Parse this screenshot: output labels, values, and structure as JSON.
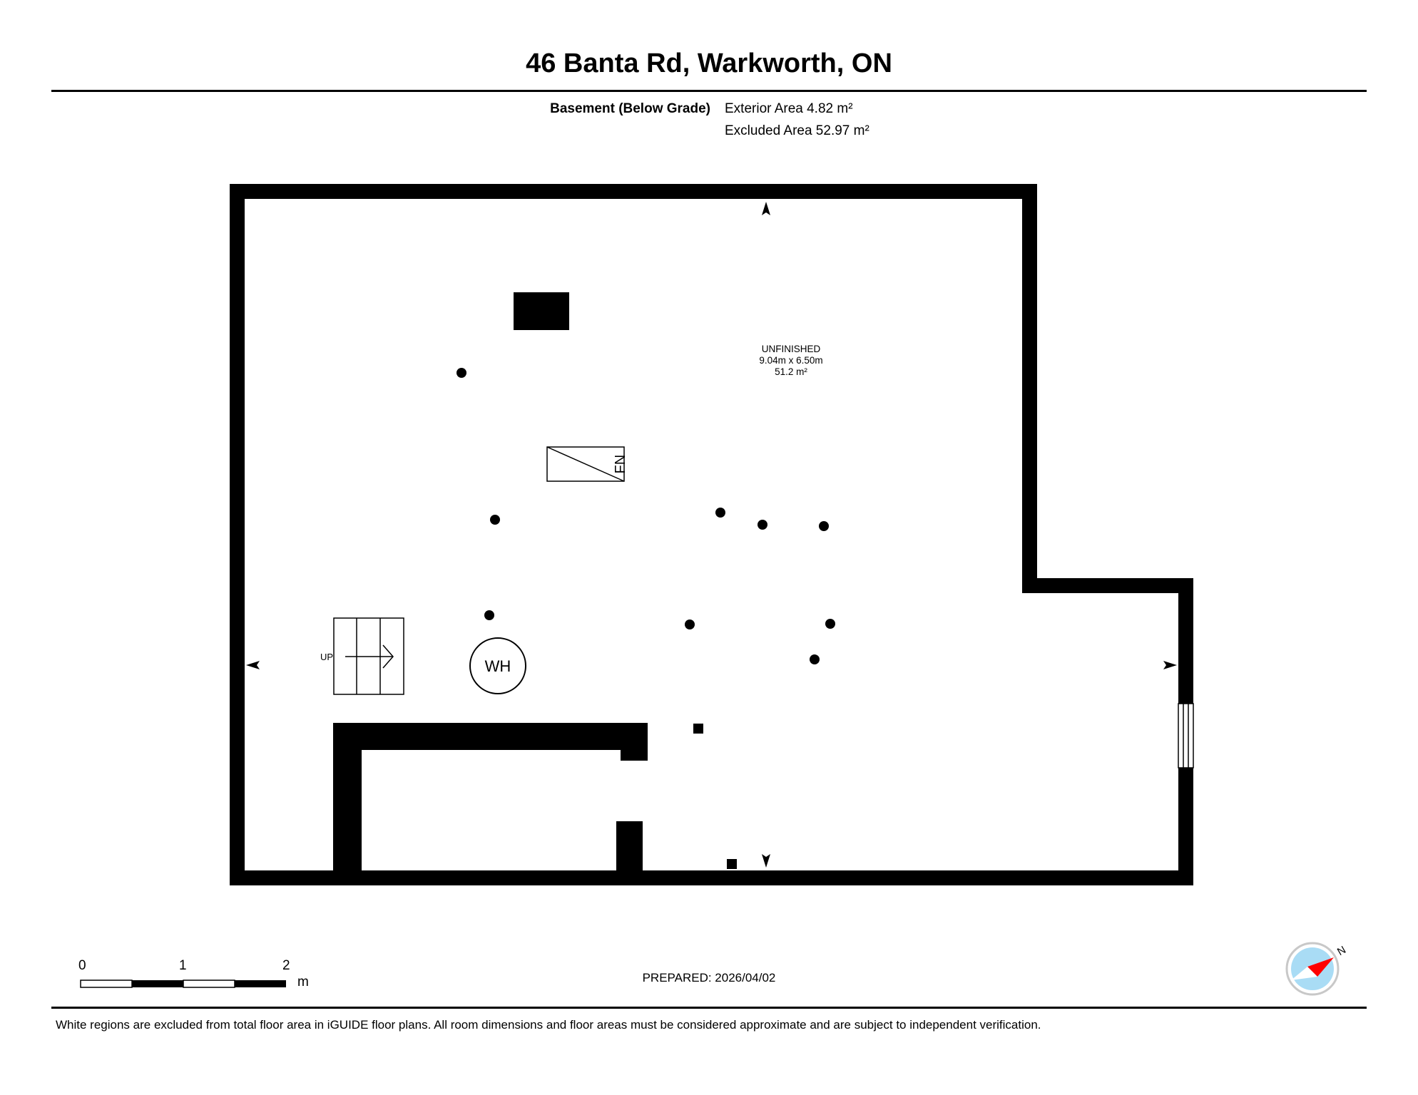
{
  "header": {
    "title": "46 Banta Rd, Warkworth, ON",
    "level_name": "Basement (Below Grade)",
    "exterior_area": "Exterior Area 4.82 m²",
    "excluded_area": "Excluded Area 52.97 m²"
  },
  "plan": {
    "room": {
      "name": "UNFINISHED",
      "dimensions": "9.04m x 6.50m",
      "area": "51.2 m²"
    },
    "fixtures": {
      "water_heater": "WH",
      "furnace": "FN",
      "stairs": "UP"
    },
    "colors": {
      "wall": "#000000",
      "background": "#ffffff"
    }
  },
  "scale_bar": {
    "labels": [
      "0",
      "1",
      "2"
    ],
    "unit": "m"
  },
  "prepared": "PREPARED: 2026/04/02",
  "compass": {
    "label": "N",
    "colors": {
      "ring": "#c8c8c8",
      "face": "#a9dcf5",
      "north": "#ff0000"
    }
  },
  "disclaimer": "White regions are excluded from total floor area in iGUIDE floor plans. All room dimensions and floor areas must be considered approximate and are subject to independent verification."
}
